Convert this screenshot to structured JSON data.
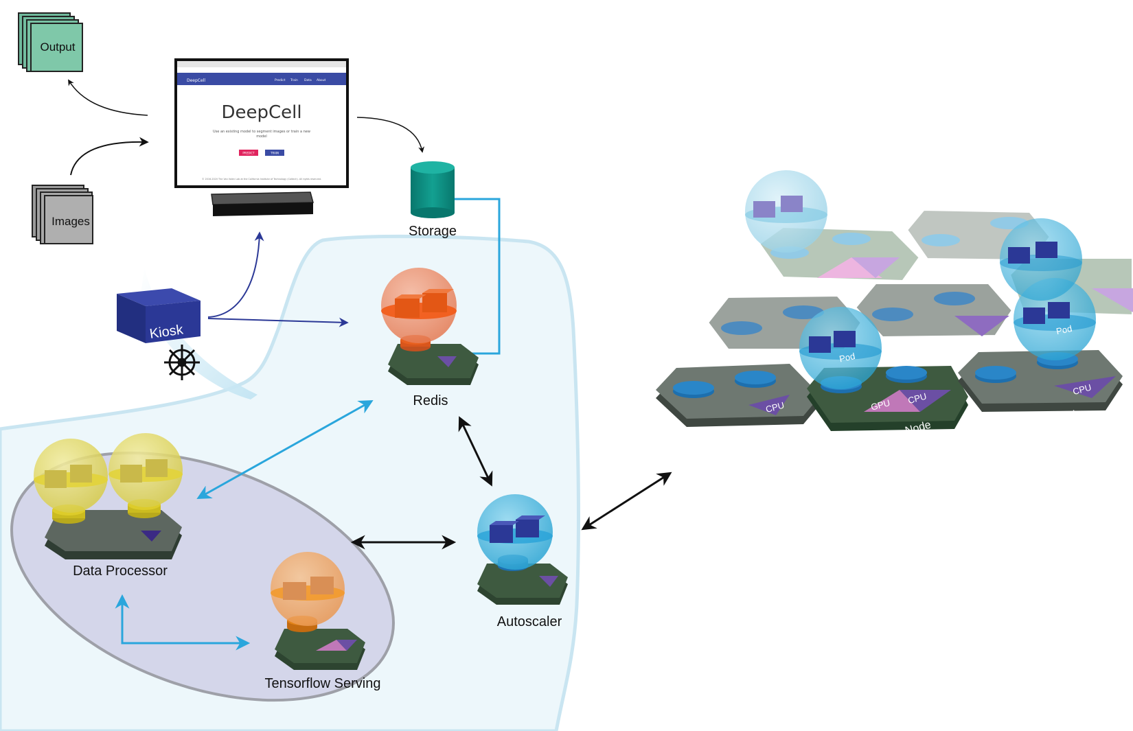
{
  "stacks": {
    "output_label": "Output",
    "images_label": "Images"
  },
  "monitor": {
    "brand": "DeepCell",
    "heading": "DeepCell",
    "subtitle_line1": "Use an existing model to segment images or train a new",
    "subtitle_line2": "model",
    "nav_items": [
      "Predict",
      "Train",
      "Data",
      "About"
    ],
    "predict_button": "PREDICT",
    "train_button": "TRAIN",
    "footer": "© 2016-2020 The Van Valen Lab at the California Institute of Technology (Caltech). All rights reserved."
  },
  "components": {
    "kiosk": "Kiosk",
    "storage": "Storage",
    "redis": "Redis",
    "data_processor": "Data Processor",
    "tensorflow_serving": "Tensorflow Serving",
    "autoscaler": "Autoscaler"
  },
  "cluster": {
    "pod_label": "Pod",
    "node_label": "Node",
    "cpu_label": "CPU",
    "gpu_label": "GPU"
  },
  "colors": {
    "region_fill": "#edf7fb",
    "region_stroke": "#c9e5f1",
    "oval_fill": "#d4d6ea",
    "hex_green": "#3e5a40",
    "hex_gray": "#6d756f",
    "redis_pod": "#ef6a2d",
    "tf_pod": "#f2922e",
    "dp_pod": "#e4d24a",
    "autoscaler_pod": "#3aaed6",
    "cpu_triangle": "#6b4fa4",
    "gpu_triangle": "#c078b8",
    "kiosk": "#2b3896",
    "arrow_blue": "#2aa6dc",
    "arrow_navy": "#2b3896",
    "storage": "#0d8a7f",
    "output_stack": "#7fc5aa",
    "images_stack": "#a9a9a9"
  }
}
